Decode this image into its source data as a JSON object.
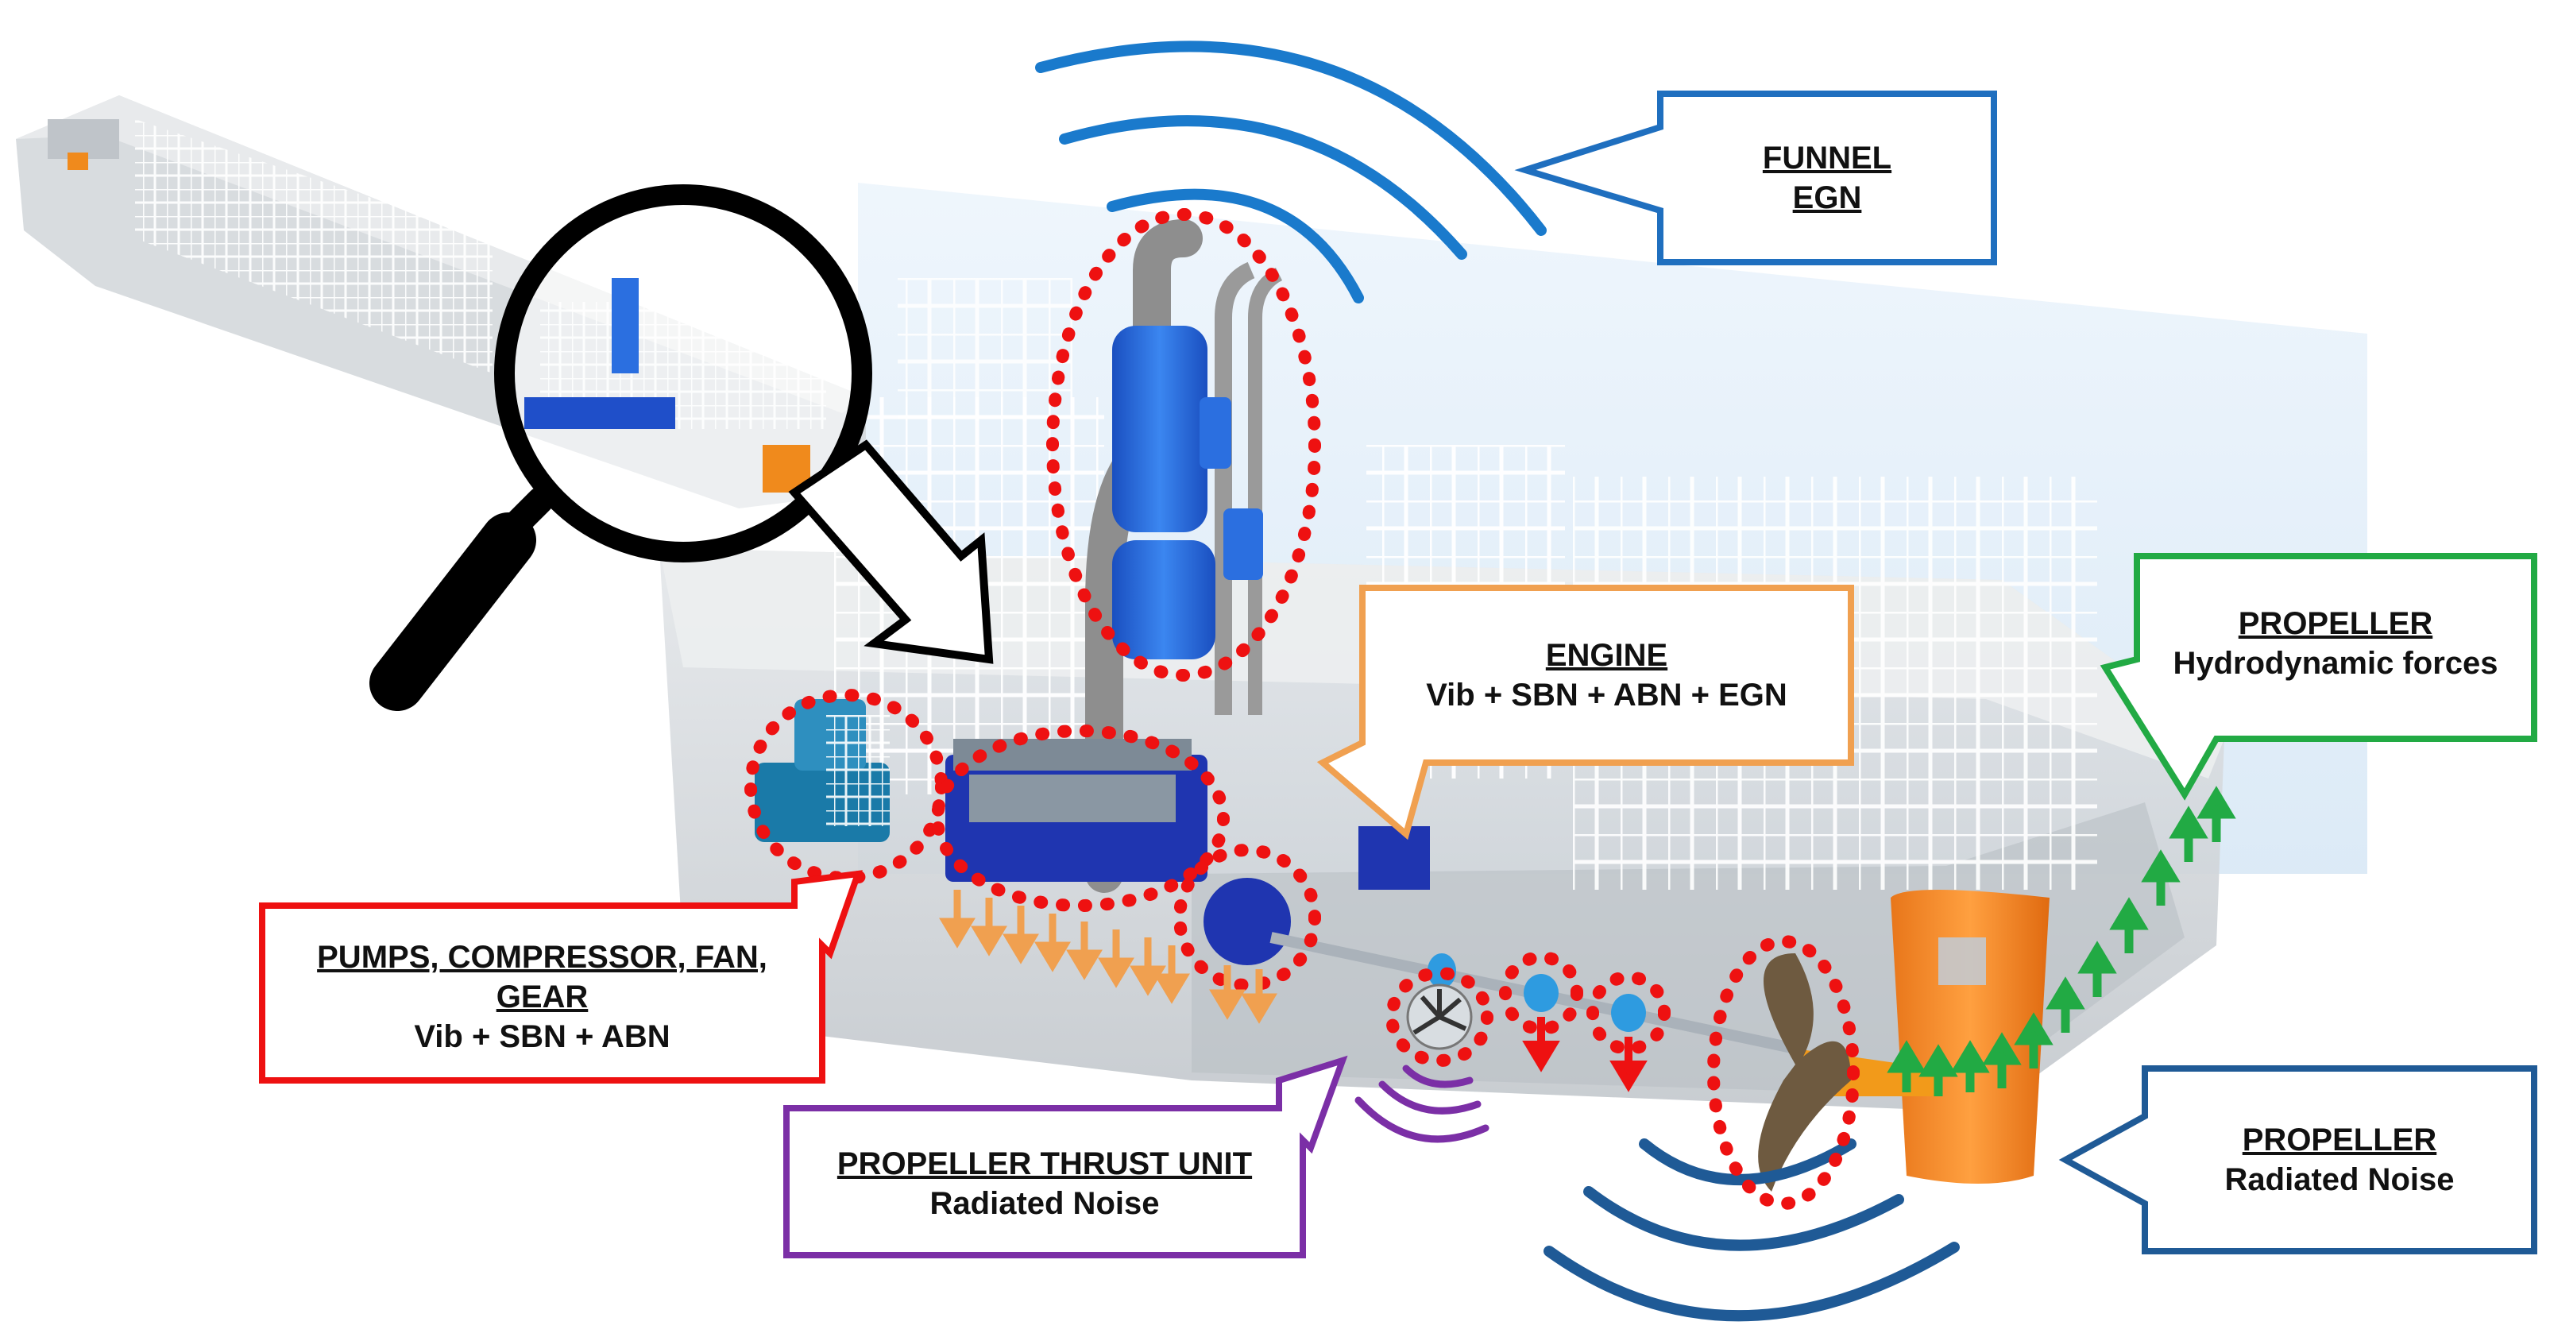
{
  "callouts": {
    "funnel": {
      "title": "FUNNEL",
      "subtitle": "EGN",
      "color": "#1f6fbf"
    },
    "engine": {
      "title": "ENGINE",
      "subtitle": "Vib + SBN + ABN + EGN",
      "color": "#f0a050"
    },
    "propeller_forces": {
      "title": "PROPELLER",
      "subtitle": "Hydrodynamic forces",
      "color": "#22aa44"
    },
    "pumps": {
      "title_line1": "PUMPS, COMPRESSOR, FAN,",
      "title_line2": "GEAR",
      "subtitle": "Vib + SBN + ABN",
      "color": "#ee1111"
    },
    "thrust_unit": {
      "title": "PROPELLER THRUST UNIT",
      "subtitle": "Radiated Noise",
      "color": "#7b2fa6"
    },
    "propeller_noise": {
      "title": "PROPELLER",
      "subtitle": "Radiated Noise",
      "color": "#1f5a96"
    }
  },
  "colors": {
    "hull": "#d9dde0",
    "machinery_blue": "#1f4fc9",
    "funnel_blue": "#2b6fe0",
    "propeller_orange": "#f08a1c",
    "highlight_ring": "#ee1111",
    "vibration_arrow": "#f0a050",
    "force_arrow": "#22aa44",
    "scaffold": "#f2f6fa"
  }
}
